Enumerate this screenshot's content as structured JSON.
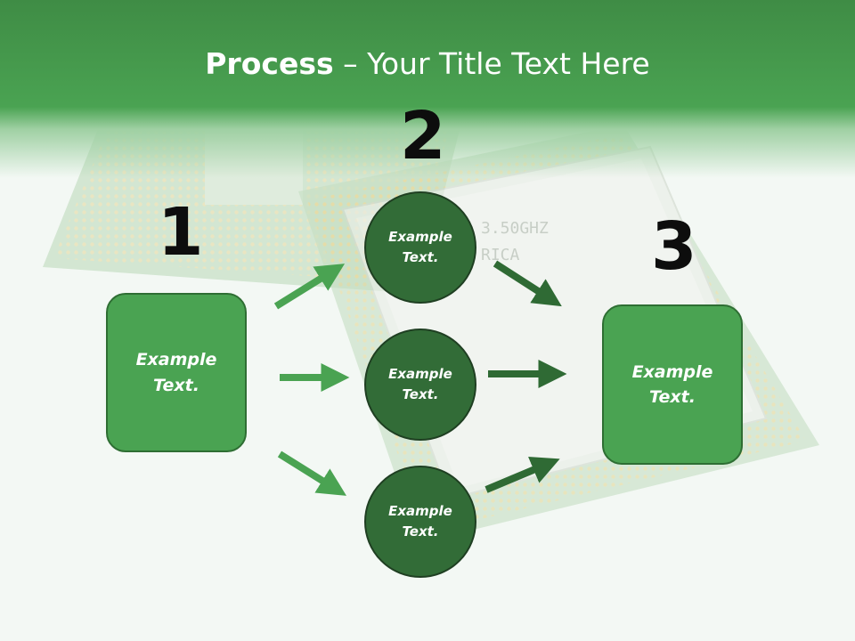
{
  "title": {
    "bold": "Process",
    "rest": " – Your Title Text Here"
  },
  "steps": {
    "one": {
      "number": "1",
      "box_text": "Example\nText."
    },
    "two": {
      "number": "2",
      "circles": [
        "Example\nText.",
        "Example\nText.",
        "Example\nText."
      ]
    },
    "three": {
      "number": "3",
      "box_text": "Example\nText."
    }
  },
  "colors": {
    "header_green": "#4aa352",
    "box_green": "#4aa352",
    "circle_green": "#326c37",
    "arrow_light": "#4aa352",
    "arrow_dark": "#2f6a34"
  }
}
